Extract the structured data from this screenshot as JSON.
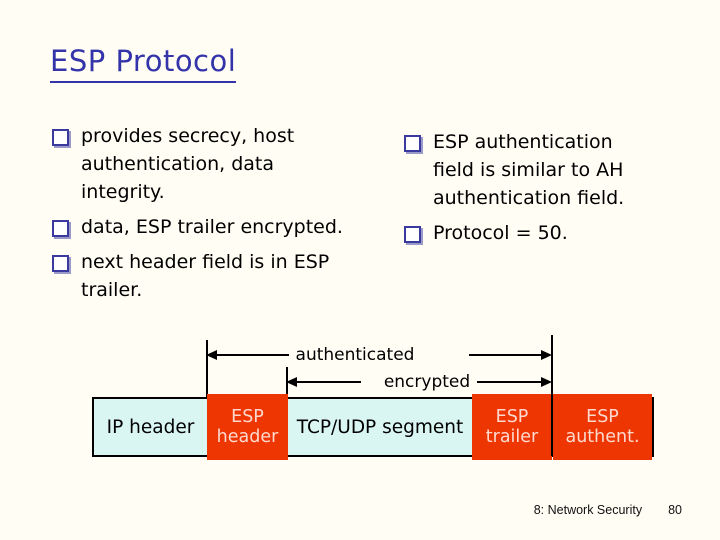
{
  "title": "ESP Protocol",
  "bullets": {
    "left": [
      {
        "lines": [
          "provides secrecy, host",
          "authentication, data",
          "integrity."
        ]
      },
      {
        "lines": [
          "data, ESP trailer encrypted."
        ]
      },
      {
        "lines": [
          "next header field is in ESP",
          "trailer."
        ]
      }
    ],
    "right": [
      {
        "lines": [
          "ESP authentication",
          "field is similar to AH",
          "authentication field."
        ]
      },
      {
        "lines": [
          "Protocol = 50."
        ]
      }
    ]
  },
  "diagram": {
    "arrows": [
      {
        "label": "authenticated"
      },
      {
        "label": "encrypted"
      }
    ],
    "boxes": [
      {
        "label": "IP header",
        "kind": "plain"
      },
      {
        "label": [
          "ESP",
          "header"
        ],
        "kind": "esp"
      },
      {
        "label": "TCP/UDP segment",
        "kind": "plain"
      },
      {
        "label": [
          "ESP",
          "trailer"
        ],
        "kind": "esp"
      },
      {
        "label": [
          "ESP",
          "authent."
        ],
        "kind": "esp"
      }
    ],
    "colors": {
      "plain_box_bg": "#d9f6f3",
      "esp_box_bg": "#ee3603",
      "esp_box_text": "#ffd9ce",
      "line": "#000000"
    }
  },
  "footer": {
    "section": "8: Network Security",
    "page": "80"
  },
  "colors": {
    "title": "#3434aa",
    "bullet_border": "#3a3a9e",
    "body_text": "#000000",
    "background": "#fffdf4"
  }
}
